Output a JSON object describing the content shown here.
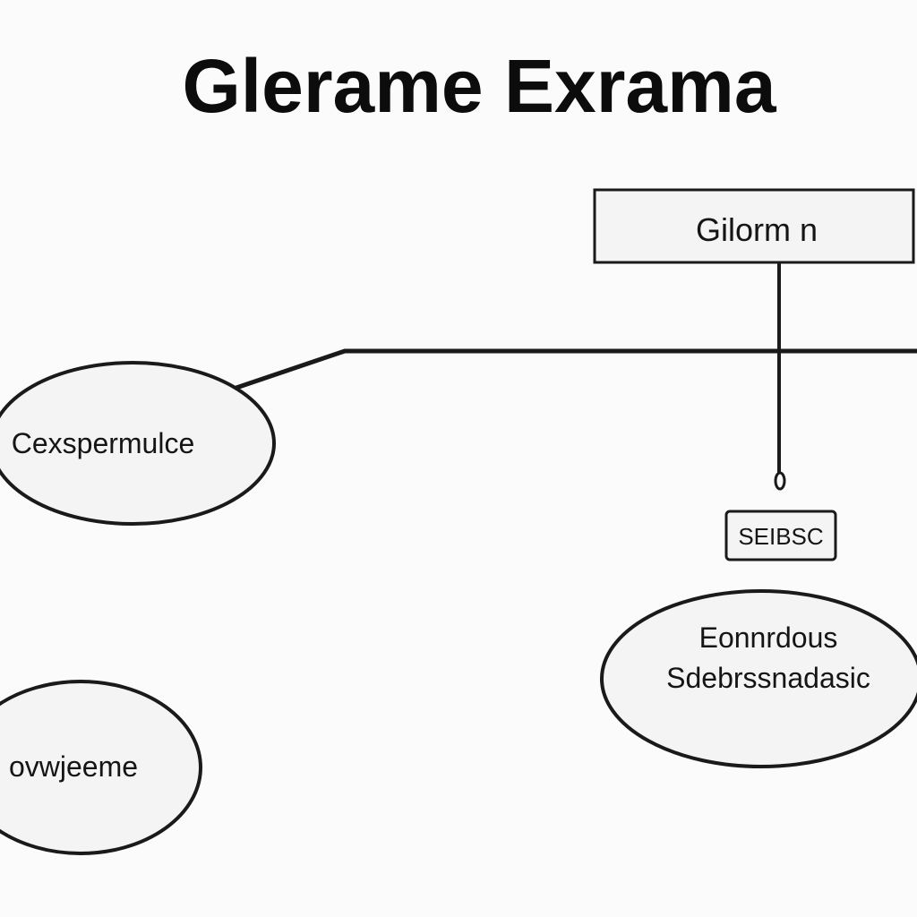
{
  "title": "Glerame Exrama",
  "boxes": {
    "top": {
      "label": "Gilorm n"
    },
    "small": {
      "label": "SEIBSC"
    }
  },
  "ellipses": {
    "left_upper": {
      "label": "Cexspermulce"
    },
    "right_lower": {
      "line1": "Eonnrdous",
      "line2": "Sdebrssnadasic"
    },
    "left_lower": {
      "label": "ovwjeeme"
    }
  },
  "colors": {
    "background": "#fbfbfb",
    "stroke": "#1a1a1a",
    "box_fill": "#f4f4f4",
    "ellipse_fill": "#f4f4f4",
    "text": "#151515"
  }
}
